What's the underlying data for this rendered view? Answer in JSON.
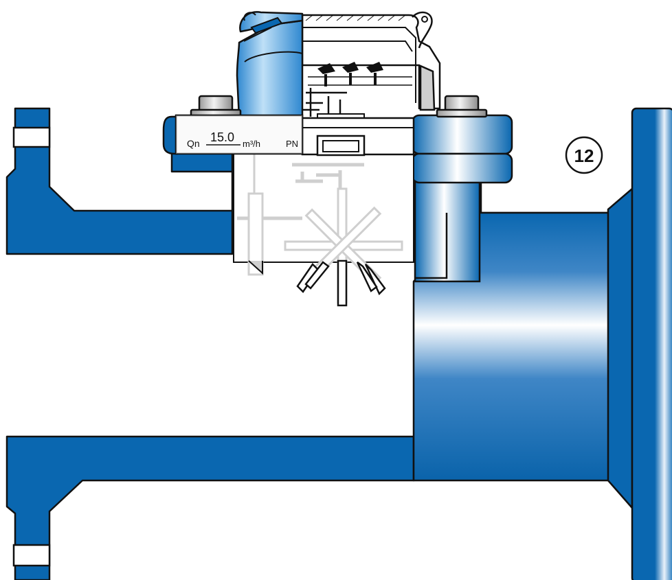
{
  "nameplate": {
    "qn_label": "Qn",
    "qn_value": "15.0",
    "qn_unit": "m³/h",
    "pn_label": "PN"
  },
  "callout": {
    "number": "12"
  },
  "colors": {
    "body_blue": "#0a67b0",
    "outline": "#111111",
    "mechanism_gray": "#cfcfcf",
    "counter_blue": "#4a9fdc",
    "background": "#ffffff"
  }
}
